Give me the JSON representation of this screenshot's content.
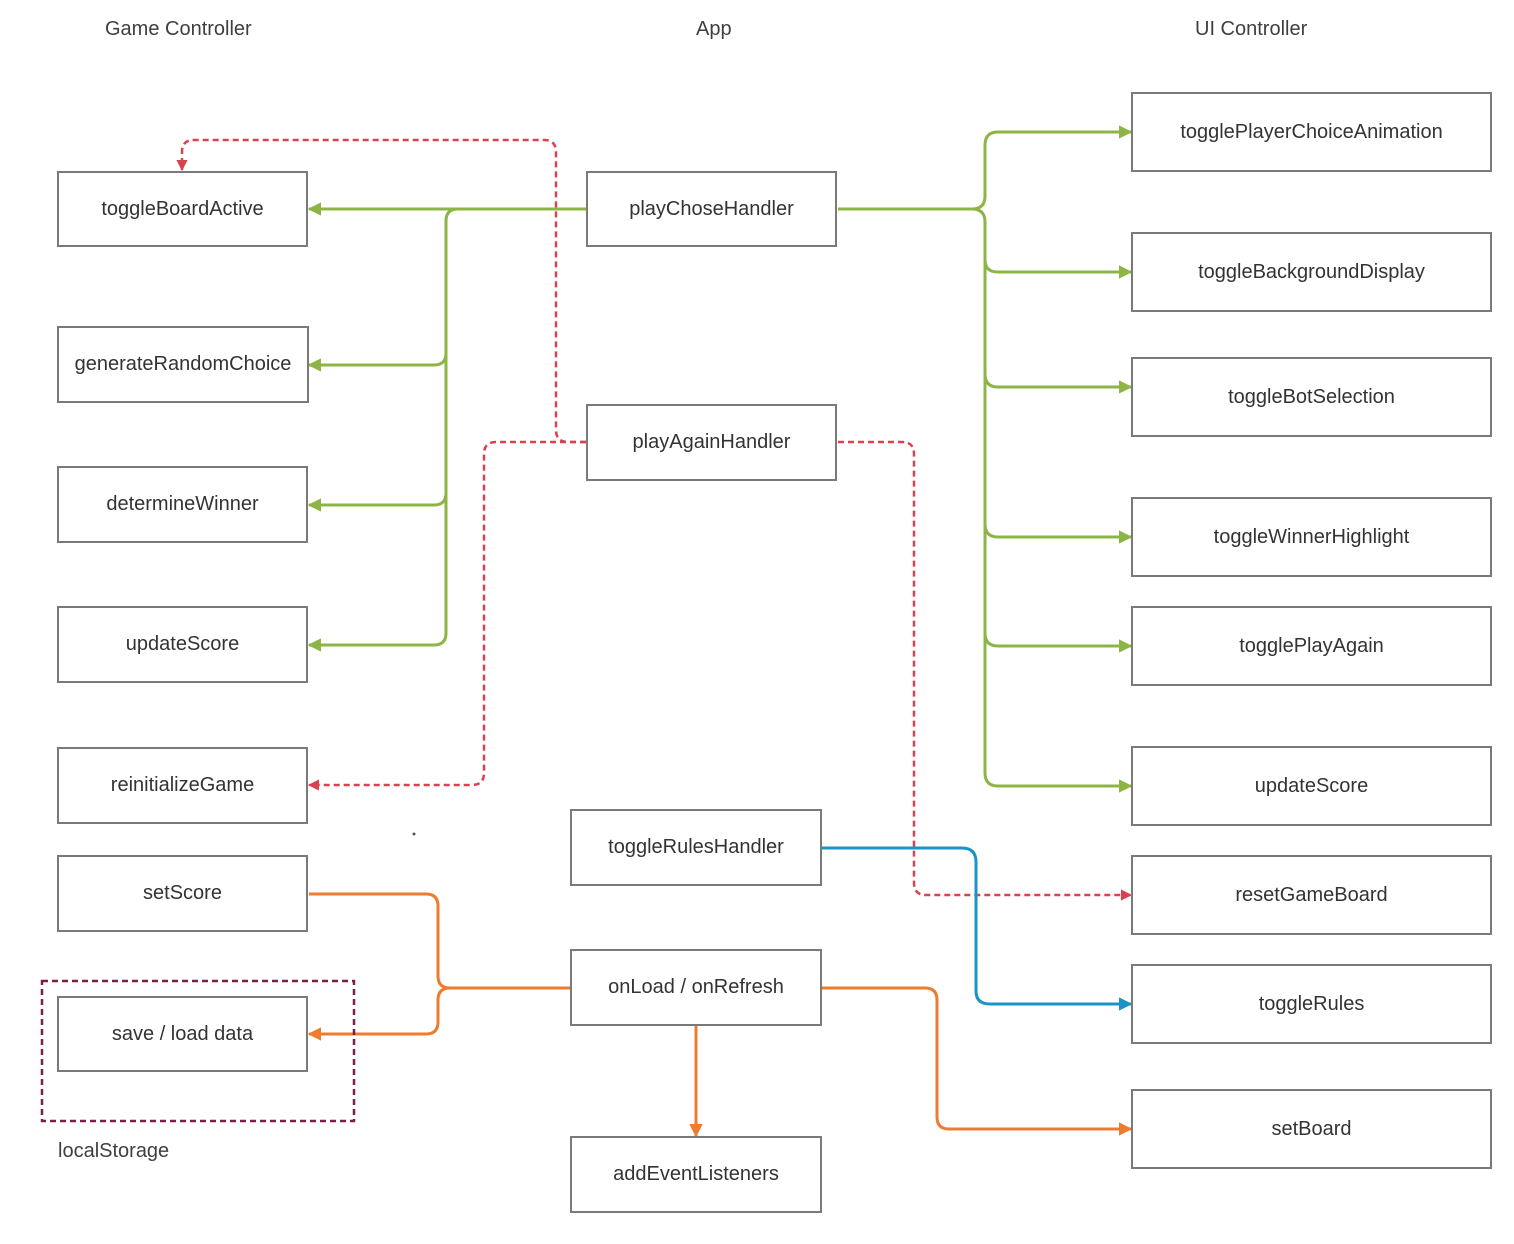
{
  "columns": {
    "game": "Game Controller",
    "app": "App",
    "ui": "UI Controller"
  },
  "game_nodes": {
    "toggleBoardActive": "toggleBoardActive",
    "generateRandomChoice": "generateRandomChoice",
    "determineWinner": "determineWinner",
    "updateScore": "updateScore",
    "reinitializeGame": "reinitializeGame",
    "setScore": "setScore",
    "saveLoadData": "save / load data"
  },
  "app_nodes": {
    "playChoseHandler": "playChoseHandler",
    "playAgainHandler": "playAgainHandler",
    "toggleRulesHandler": "toggleRulesHandler",
    "onLoad": "onLoad / onRefresh",
    "addEventListeners": "addEventListeners"
  },
  "ui_nodes": {
    "togglePlayerChoiceAnimation": "togglePlayerChoiceAnimation",
    "toggleBackgroundDisplay": "toggleBackgroundDisplay",
    "toggleBotSelection": "toggleBotSelection",
    "toggleWinnerHighlight": "toggleWinnerHighlight",
    "togglePlayAgain": "togglePlayAgain",
    "updateScore": "updateScore",
    "resetGameBoard": "resetGameBoard",
    "toggleRules": "toggleRules",
    "setBoard": "setBoard"
  },
  "group_label": "localStorage",
  "colors": {
    "green": "#8db545",
    "red": "#d9434f",
    "blue": "#1a93c7",
    "orange": "#ef7b2f",
    "group_border": "#7a1f4a",
    "box_border": "#7a7a7a"
  }
}
